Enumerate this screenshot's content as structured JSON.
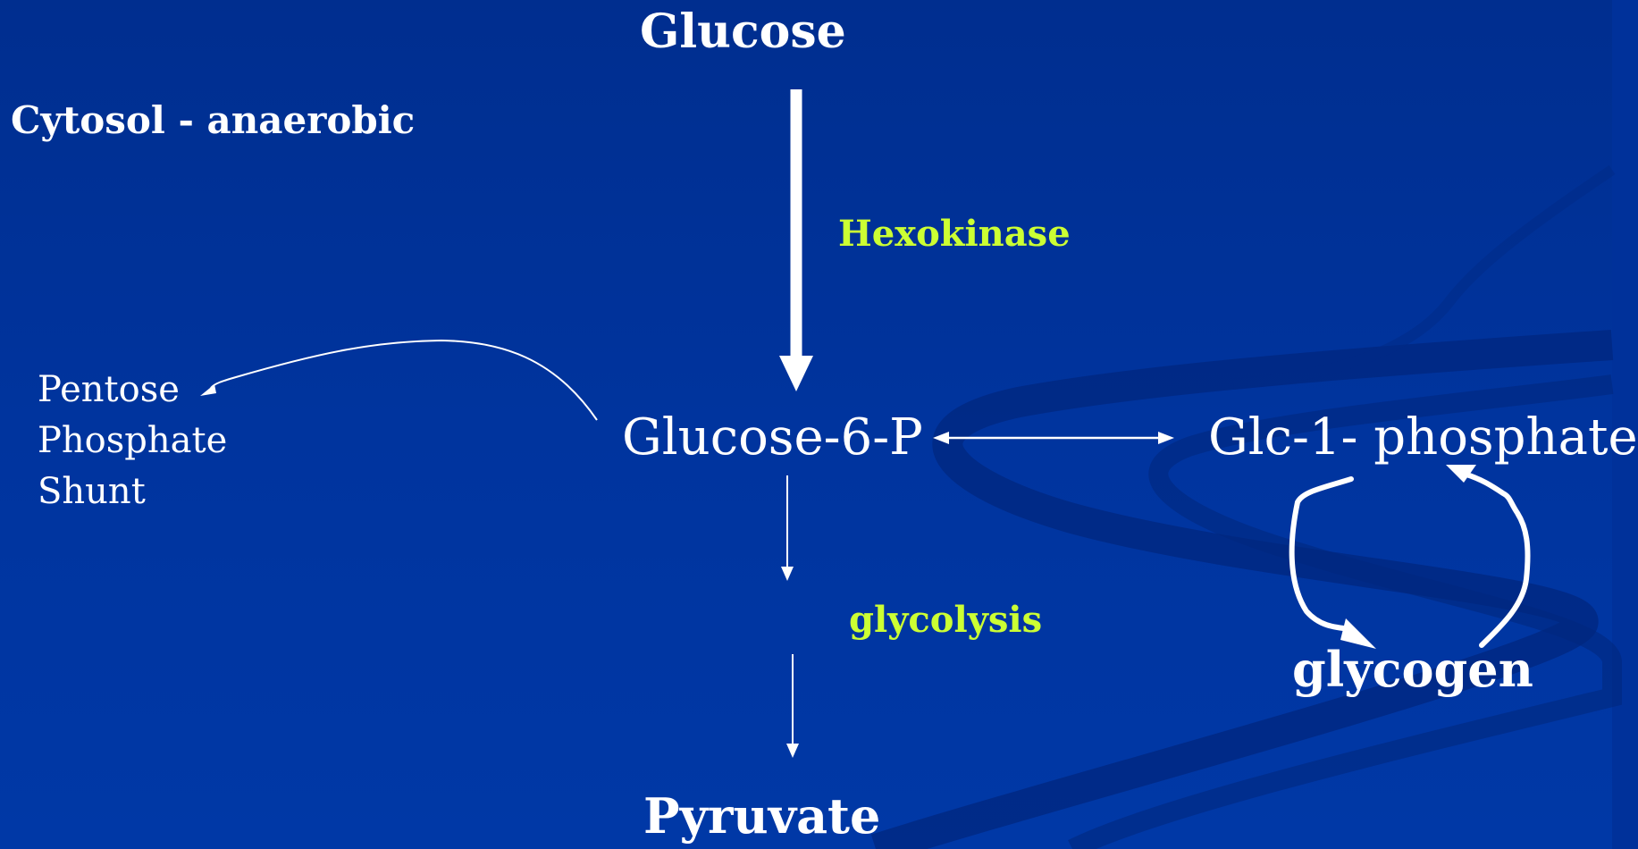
{
  "diagram": {
    "nodes": {
      "glucose": "Glucose",
      "compartment": "Cytosol - anaerobic",
      "pentose_shunt": [
        "Pentose",
        "Phosphate",
        "Shunt"
      ],
      "glucose_6_p": "Glucose-6-P",
      "glc_1_phosphate": "Glc-1- phosphate",
      "glycogen": "glycogen",
      "pyruvate": "Pyruvate"
    },
    "enzymes": {
      "hexokinase": "Hexokinase",
      "glycolysis": "glycolysis"
    },
    "edges": [
      {
        "from": "Glucose",
        "to": "Glucose-6-P",
        "via": "Hexokinase"
      },
      {
        "from": "Glucose-6-P",
        "to": "Pentose Phosphate Shunt"
      },
      {
        "from": "Glucose-6-P",
        "to": "Glc-1- phosphate",
        "bidirectional": true
      },
      {
        "from": "Glucose-6-P",
        "to": "Pyruvate",
        "via": "glycolysis"
      },
      {
        "from": "Glc-1- phosphate",
        "to": "glycogen"
      },
      {
        "from": "glycogen",
        "to": "Glc-1- phosphate"
      }
    ]
  },
  "colors": {
    "background": "#00319a",
    "text": "#ffffff",
    "enzyme": "#ccff33",
    "swirl": "#00277f"
  }
}
